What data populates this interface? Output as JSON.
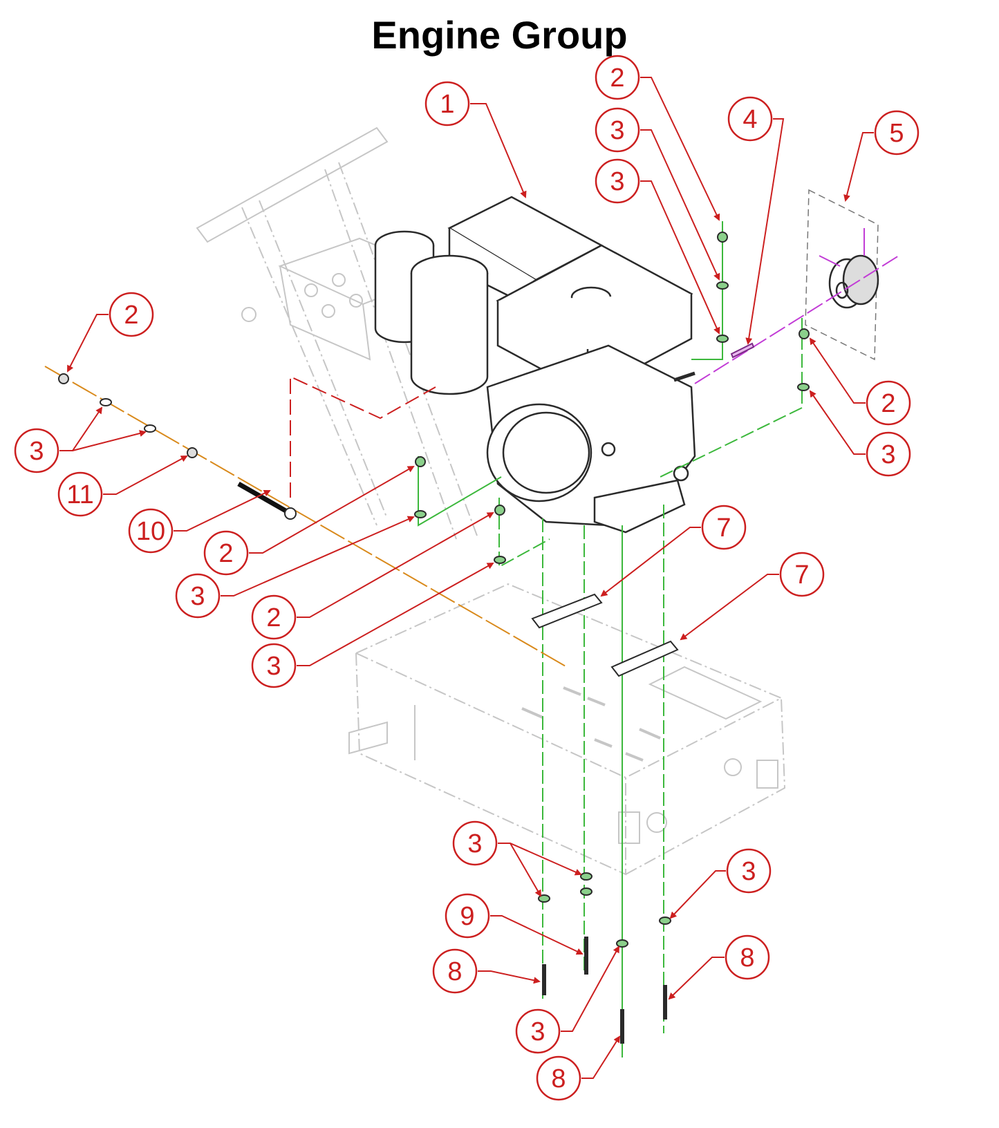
{
  "title": "Engine Group",
  "colors": {
    "callout": "#cc1f1f",
    "frame": "#c6c6c6",
    "engine": "#2a2a2a",
    "centerline_green": "#3cb83c",
    "centerline_magenta": "#c23cd6",
    "centerline_orange": "#d98a1c"
  },
  "callouts": [
    {
      "label": "1"
    },
    {
      "label": "2"
    },
    {
      "label": "3"
    },
    {
      "label": "3"
    },
    {
      "label": "4"
    },
    {
      "label": "5"
    },
    {
      "label": "2"
    },
    {
      "label": "3"
    },
    {
      "label": "2"
    },
    {
      "label": "3"
    },
    {
      "label": "11"
    },
    {
      "label": "10"
    },
    {
      "label": "2"
    },
    {
      "label": "3"
    },
    {
      "label": "2"
    },
    {
      "label": "3"
    },
    {
      "label": "7"
    },
    {
      "label": "7"
    },
    {
      "label": "3"
    },
    {
      "label": "3"
    },
    {
      "label": "9"
    },
    {
      "label": "8"
    },
    {
      "label": "8"
    },
    {
      "label": "3"
    },
    {
      "label": "8"
    }
  ]
}
